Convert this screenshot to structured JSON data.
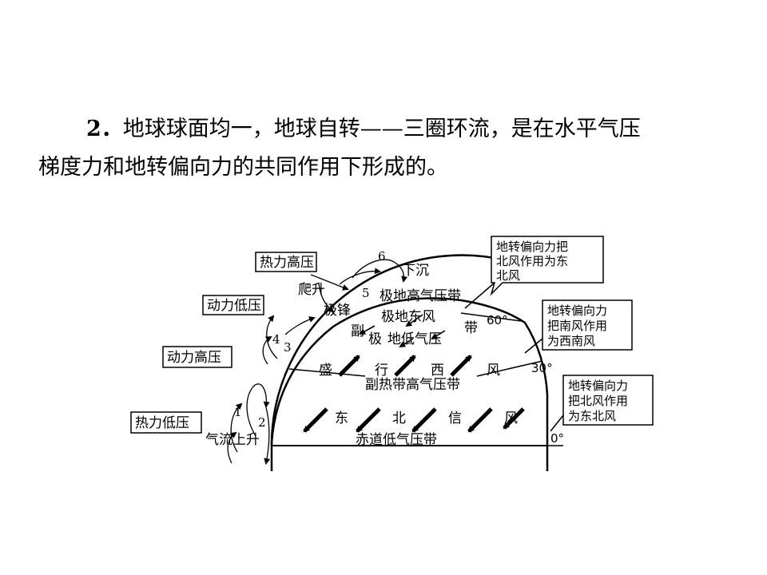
{
  "text": {
    "number": "2．",
    "line1_rest": "地球球面均一，地球自转——三圈环流，是在水平气压",
    "line2": "梯度力和地转偏向力的共同作用下形成的。"
  },
  "diagram": {
    "boxes": {
      "thermal_high": "热力高压",
      "dynamic_low": "动力低压",
      "dynamic_high": "动力高压",
      "thermal_low": "热力低压"
    },
    "callouts": {
      "c60": [
        "地转偏向力把",
        "北风作用为东",
        "北风"
      ],
      "c30": [
        "地转偏向力",
        "把南风作用",
        "为西南风"
      ],
      "c0": [
        "地转偏向力",
        "把北风作用",
        "为东北风"
      ]
    },
    "labels": {
      "climb": "爬升",
      "sink": "下沉",
      "polar_high": "极地高气压带",
      "polar_front": "极锋",
      "polar_east": "极地东风",
      "sub_polar_low_a": "副",
      "sub_polar_low_b": "极",
      "sub_polar_low_c": "地低气压",
      "sub_polar_low_d": "带",
      "westerly_1": "盛",
      "westerly_2": "行",
      "westerly_3": "西",
      "westerly_4": "风",
      "subtropical_high": "副热带高气压带",
      "trade_1": "东",
      "trade_2": "北",
      "trade_3": "信",
      "trade_4": "风",
      "equatorial_low": "赤道低气压带",
      "updraft": "气流上升"
    },
    "latitudes": [
      "60°",
      "30°",
      "0°"
    ],
    "numbers": [
      "1",
      "2",
      "3",
      "4",
      "5",
      "6"
    ]
  }
}
